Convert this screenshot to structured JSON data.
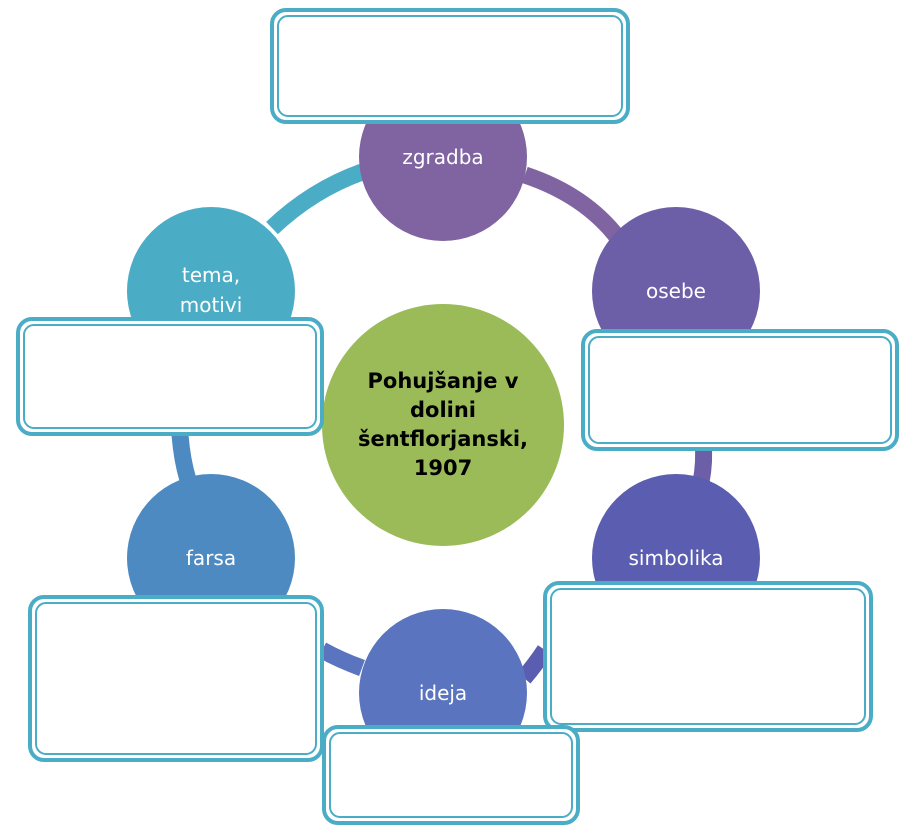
{
  "diagram": {
    "center": {
      "lines": [
        "Pohujšanje v",
        "dolini",
        "šentflorjanski,",
        "1907"
      ]
    },
    "nodes": {
      "zgradba": {
        "label": "zgradba"
      },
      "osebe": {
        "label": "osebe"
      },
      "simbolika": {
        "label": "simbolika"
      },
      "ideja": {
        "label": "ideja"
      },
      "farsa": {
        "label": "farsa"
      },
      "tema": {
        "lines": [
          "tema,",
          "motivi"
        ]
      }
    }
  },
  "colors": {
    "center_fill": "#9bbb59",
    "zgradba": "#8064a2",
    "osebe": "#6c5fa8",
    "simbolika": "#5a5db0",
    "ideja": "#5b74bf",
    "farsa": "#4e8ac2",
    "tema": "#4bacc6",
    "box_border": "#4bacc6"
  }
}
